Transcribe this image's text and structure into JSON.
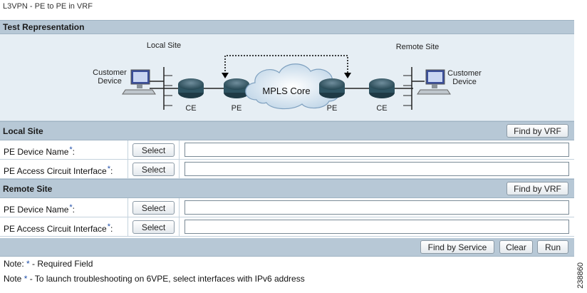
{
  "page": {
    "title": "L3VPN - PE to PE in VRF"
  },
  "test_representation": {
    "header": "Test Representation",
    "diagram": {
      "local_site_label": "Local Site",
      "remote_site_label": "Remote Site",
      "customer_device_left": [
        "Customer",
        "Device"
      ],
      "customer_device_right": [
        "Customer",
        "Device"
      ],
      "ce_left": "CE",
      "pe_left": "PE",
      "core_label": "MPLS Core",
      "pe_right": "PE",
      "ce_right": "CE"
    }
  },
  "local_site": {
    "header": "Local Site",
    "find_button": "Find by VRF",
    "pe_device_label": "PE Device Name",
    "pe_device_select": "Select",
    "pe_device_value": "",
    "interface_label": "PE Access Circuit Interface",
    "interface_select": "Select",
    "interface_value": ""
  },
  "remote_site": {
    "header": "Remote Site",
    "find_button": "Find by VRF",
    "pe_device_label": "PE Device Name",
    "pe_device_select": "Select",
    "pe_device_value": "",
    "interface_label": "PE Access Circuit Interface",
    "interface_select": "Select",
    "interface_value": ""
  },
  "actions": {
    "find_by_service": "Find by Service",
    "clear": "Clear",
    "run": "Run"
  },
  "required_marker": "*",
  "label_suffix": ":",
  "notes": {
    "note1_prefix": "Note: ",
    "note1_text": " - Required Field",
    "note2_prefix": "Note ",
    "note2_text": " - To launch troubleshooting on 6VPE, select interfaces with IPv6 address"
  },
  "watermark": "238860",
  "colors": {
    "section_bar": "#b7c8d6",
    "diagram_bg": "#e6eef4",
    "required_star": "#1f4ea8"
  }
}
